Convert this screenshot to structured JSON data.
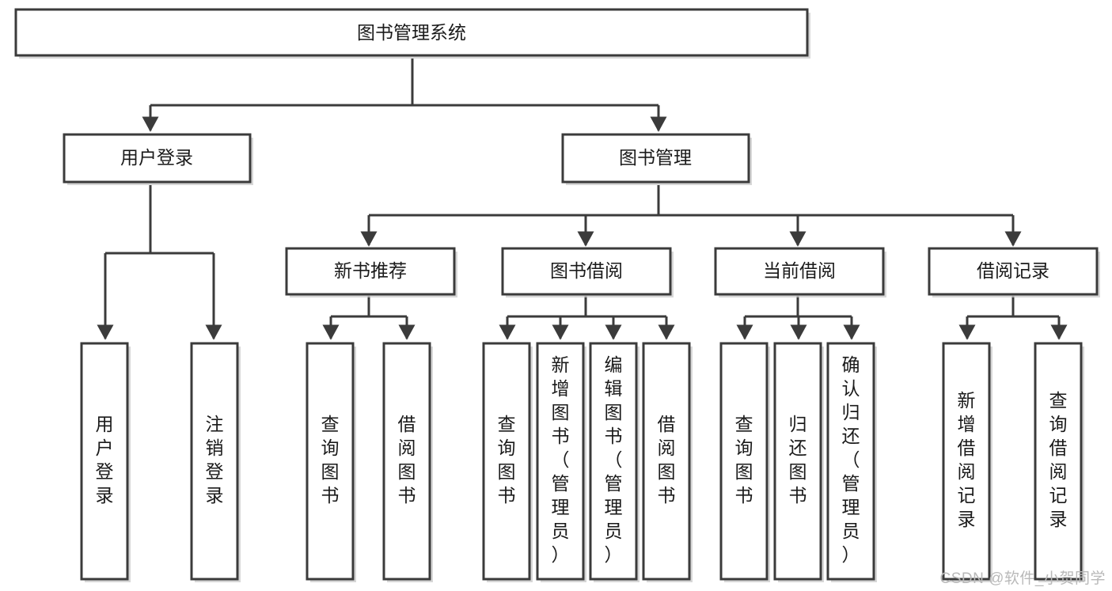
{
  "diagram": {
    "title": "图书管理系统",
    "type": "tree-hierarchy-diagram",
    "colors": {
      "stroke": "#3b3b3b",
      "fill": "#ffffff",
      "shadow": "#c9c9c9",
      "text": "#1a1a1a",
      "watermark": "#b9b9b9"
    },
    "root": {
      "label": "图书管理系统"
    },
    "level2": [
      {
        "label": "用户登录"
      },
      {
        "label": "图书管理"
      }
    ],
    "level3": [
      {
        "label": "新书推荐"
      },
      {
        "label": "图书借阅"
      },
      {
        "label": "当前借阅"
      },
      {
        "label": "借阅记录"
      }
    ],
    "leaves": {
      "user_login_group": [
        {
          "label": "用户登录"
        },
        {
          "label": "注销登录"
        }
      ],
      "new_book_group": [
        {
          "label": "查询图书"
        },
        {
          "label": "借阅图书"
        }
      ],
      "book_borrow_group": [
        {
          "label": "查询图书"
        },
        {
          "label": "新增图书（管理员）"
        },
        {
          "label": "编辑图书（管理员）"
        },
        {
          "label": "借阅图书"
        }
      ],
      "current_borrow_group": [
        {
          "label": "查询图书"
        },
        {
          "label": "归还图书"
        },
        {
          "label": "确认归还（管理员）"
        }
      ],
      "borrow_record_group": [
        {
          "label": "新增借阅记录"
        },
        {
          "label": "查询借阅记录"
        }
      ]
    }
  },
  "watermark": {
    "text": "CSDN @软件_小贺同学"
  }
}
